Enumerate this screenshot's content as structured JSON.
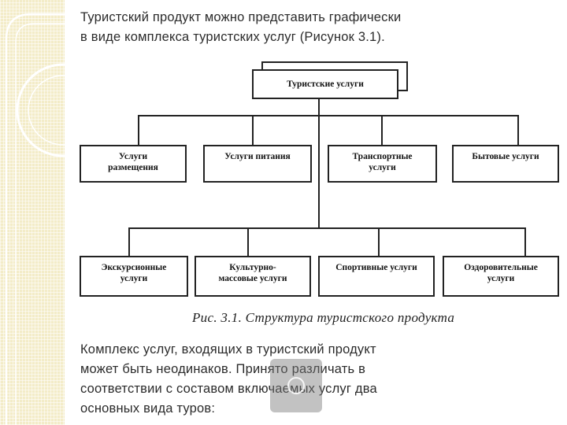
{
  "intro": {
    "line1": "Туристский продукт можно представить графически",
    "line2": "в виде комплекса туристских услуг (Рисунок 3.1)."
  },
  "diagram": {
    "root": "Туристские услуги",
    "row1": [
      {
        "line1": "Услуги",
        "line2": "размещения"
      },
      {
        "line1": "Услуги питания",
        "line2": ""
      },
      {
        "line1": "Транспортные",
        "line2": "услуги"
      },
      {
        "line1": "Бытовые услуги",
        "line2": ""
      }
    ],
    "row2": [
      {
        "line1": "Экскурсионные",
        "line2": "услуги"
      },
      {
        "line1": "Культурно-",
        "line2": "массовые услуги"
      },
      {
        "line1": "Спортивные услуги",
        "line2": ""
      },
      {
        "line1": "Оздоровительные",
        "line2": "услуги"
      }
    ],
    "caption": "Рис. 3.1. Структура туристского продукта"
  },
  "body": {
    "line1": "Комплекс услуг, входящих в туристский продукт",
    "line2": "может быть неодинаков. Принято различать в",
    "line3": "соответствии с составом включаемых услуг два",
    "line4": "основных вида туров:"
  }
}
